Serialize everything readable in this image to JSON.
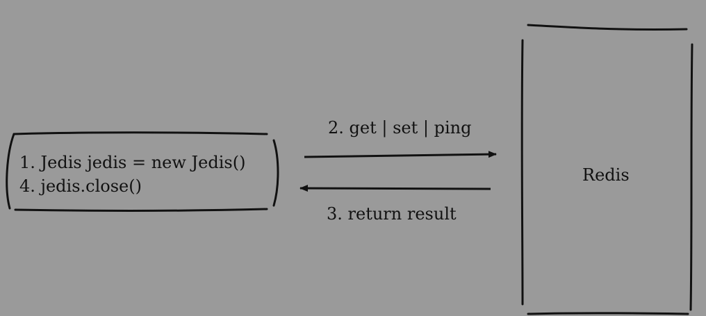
{
  "colors": {
    "background": "#9a9a9a",
    "ink": "#111111"
  },
  "client": {
    "lines": [
      "1. Jedis jedis = new Jedis()",
      "4. jedis.close()"
    ]
  },
  "request": {
    "label": "2. get | set | ping"
  },
  "response": {
    "label": "3. return result"
  },
  "server": {
    "label": "Redis"
  }
}
